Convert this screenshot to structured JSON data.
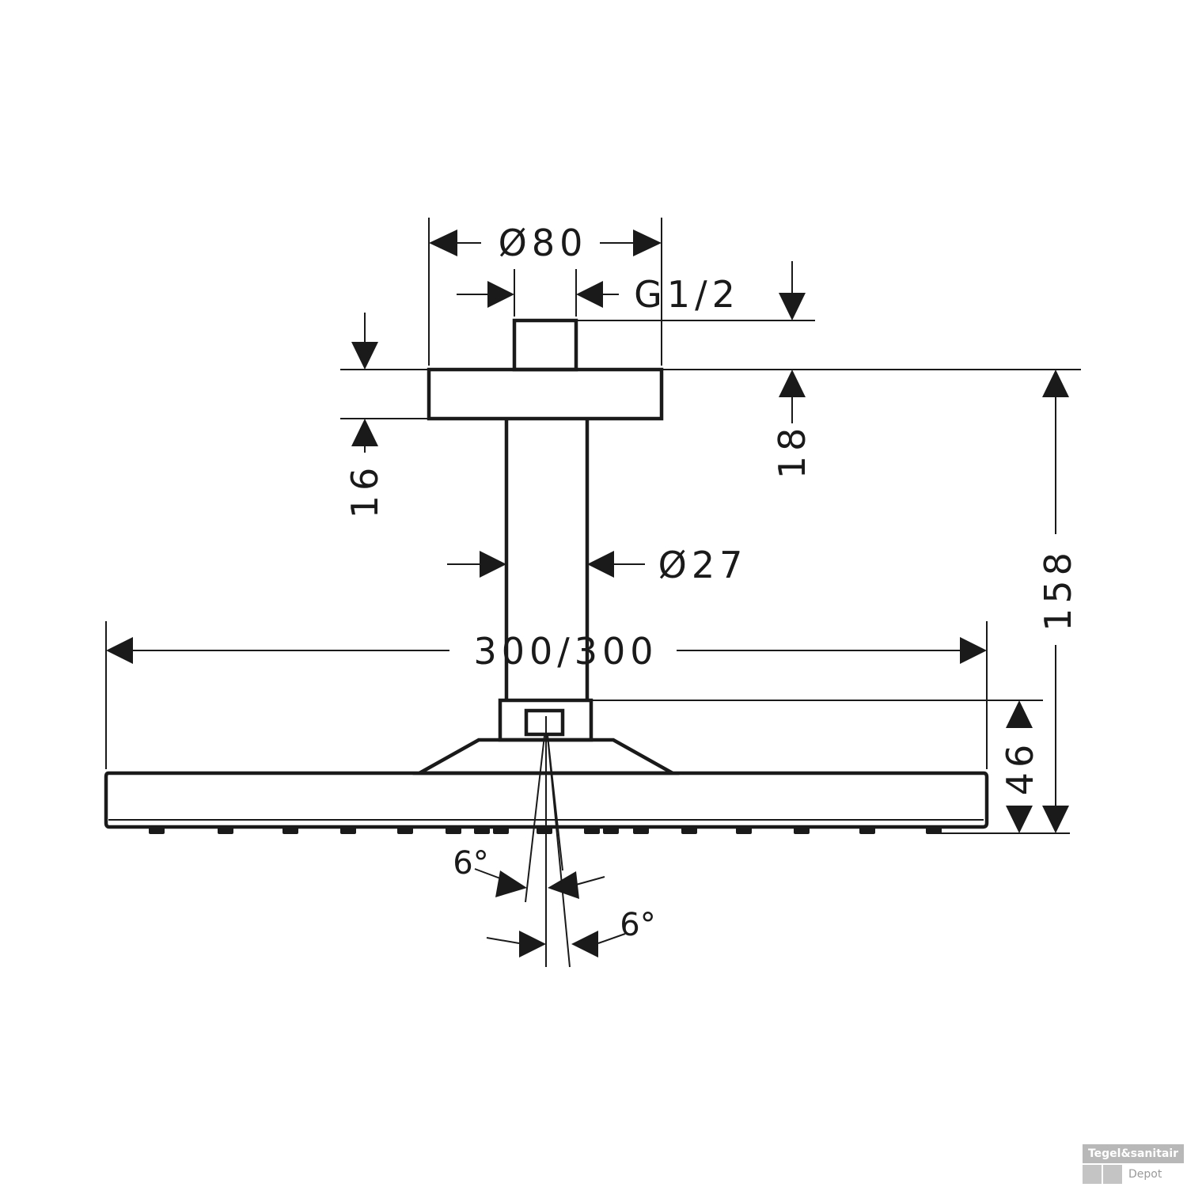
{
  "dimensions": {
    "diameter_flange": "Ø80",
    "thread": "G1/2",
    "diameter_arm": "Ø27",
    "flange_height": "18",
    "arm_offset": "16",
    "head_size": "300/300",
    "total_height": "158",
    "head_height": "46",
    "angle_left": "6°",
    "angle_right": "6°"
  },
  "watermark": {
    "line1": "Tegel&sanitair",
    "line2": "Depot"
  }
}
